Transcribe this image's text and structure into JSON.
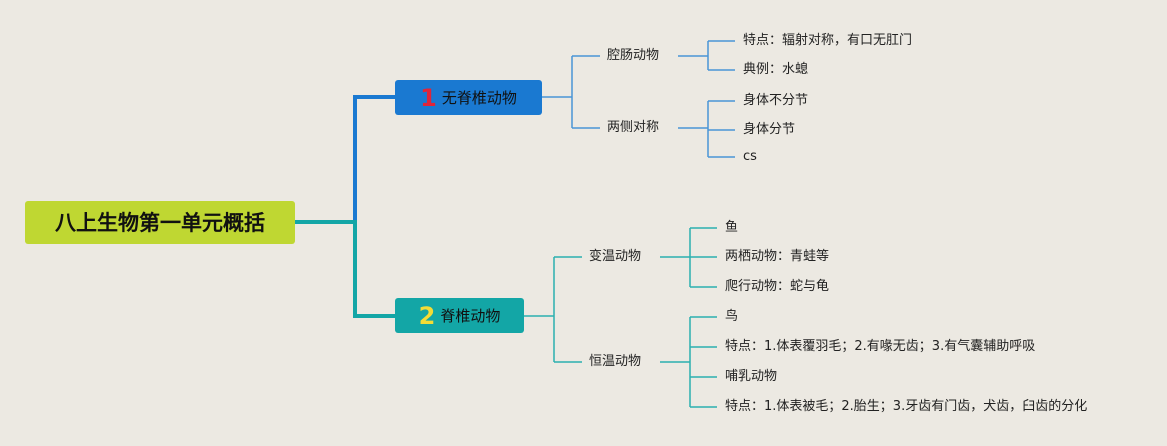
{
  "root": {
    "label": "八上生物第一单元概括"
  },
  "branches": [
    {
      "number": "1",
      "label": "无脊椎动物",
      "color": "#1a79d1",
      "groups": [
        {
          "label": "腔肠动物",
          "leaves": [
            "特点：辐射对称，有口无肛门",
            "典例：水螅"
          ]
        },
        {
          "label": "两侧对称",
          "leaves": [
            "身体不分节",
            "身体分节",
            "cs"
          ]
        }
      ]
    },
    {
      "number": "2",
      "label": "脊椎动物",
      "color": "#13a6a6",
      "groups": [
        {
          "label": "变温动物",
          "leaves": [
            "鱼",
            "两栖动物：青蛙等",
            "爬行动物：蛇与龟"
          ]
        },
        {
          "label": "恒温动物",
          "leaves": [
            "鸟",
            "特点：1.体表覆羽毛；2.有喙无齿；3.有气囊辅助呼吸",
            "哺乳动物",
            "特点：1.体表被毛；2.胎生；3.牙齿有门齿，犬齿，臼齿的分化"
          ]
        }
      ]
    }
  ]
}
